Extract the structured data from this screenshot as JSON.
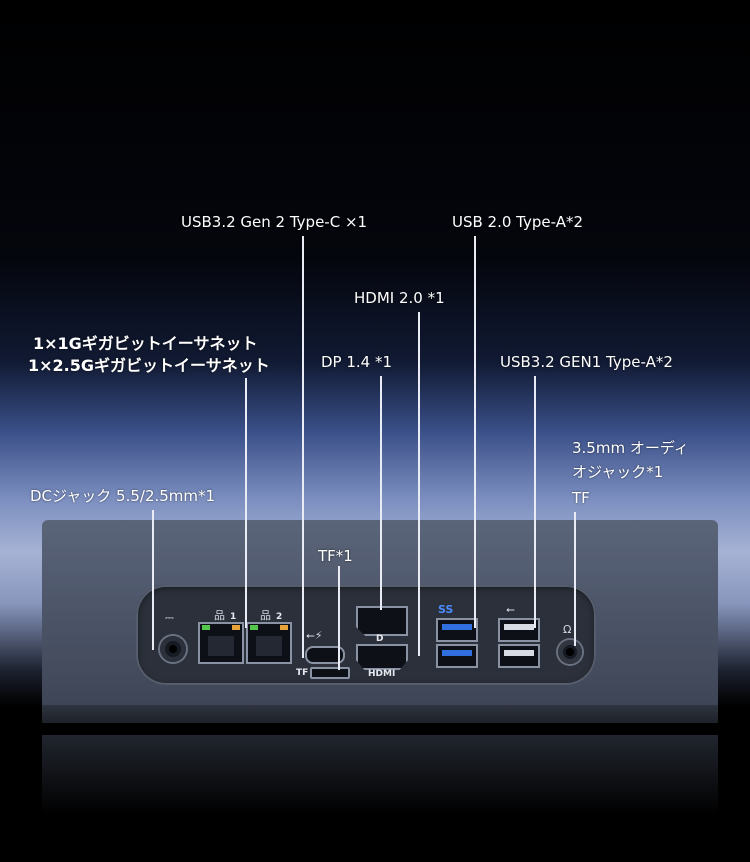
{
  "callouts": {
    "usbc": "USB3.2 Gen 2 Type-C ×1",
    "usb20": "USB 2.0 Type-A*2",
    "hdmi": "HDMI 2.0 *1",
    "lan_1g": "1×1Gギガビットイーサネット",
    "lan_25g": "1×2.5Gギガビットイーサネット",
    "dp": "DP 1.4 *1",
    "usb32": "USB3.2 GEN1 Type-A*2",
    "audio_line1": "3.5mm オーディ",
    "audio_line2": "オジャック*1",
    "audio_line3": "TF",
    "dc": "DCジャック 5.5/2.5mm*1",
    "tf": "TF*1"
  },
  "silkscreen": {
    "lan1": "1",
    "lan2": "2",
    "tf": "TF",
    "hdmi": "HDMI",
    "dp_icon": "D",
    "ss_icon": "SS"
  },
  "colors": {
    "usb3_blue": "#2f6fe0",
    "usb2_white": "#d7dbe3",
    "led_green": "#52c84a",
    "led_orange": "#e8a33a"
  }
}
